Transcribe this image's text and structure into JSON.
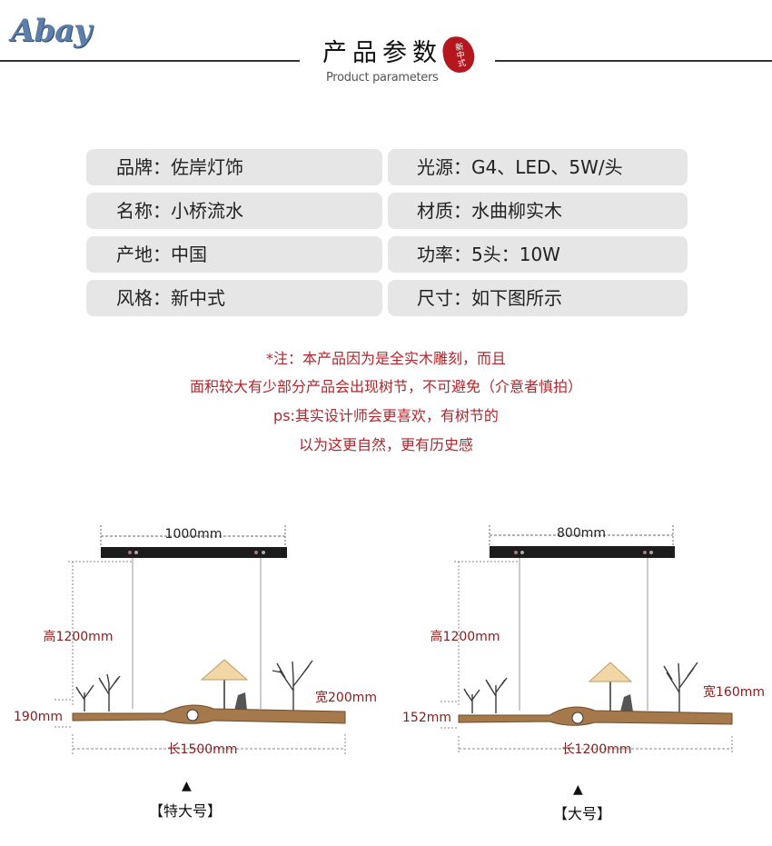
{
  "brand": {
    "logo_text": "Abay"
  },
  "header": {
    "title": "产品参数",
    "subtitle": "Product parameters",
    "seal_text": "新中式"
  },
  "params": {
    "left": [
      "品牌：佐岸灯饰",
      "名称：小桥流水",
      "产地：中国",
      "风格：新中式"
    ],
    "right": [
      "光源：G4、LED、5W/头",
      "材质：水曲柳实木",
      "功率：5头：10W",
      "尺寸：如下图所示"
    ]
  },
  "note": {
    "lines": [
      "*注：本产品因为是全实木雕刻，而且",
      "面积较大有少部分产品会出现树节，不可避免（介意者慎拍）",
      "ps:其实设计师会更喜欢，有树节的",
      "以为这更自然，更有历史感"
    ]
  },
  "diagrams": {
    "xl": {
      "width": "1000mm",
      "height": "高1200mm",
      "thickness": "190mm",
      "depth": "宽200mm",
      "length": "长1500mm",
      "label": "【特大号】"
    },
    "l": {
      "width": "800mm",
      "height": "高1200mm",
      "thickness": "152mm",
      "depth": "宽160mm",
      "length": "长1200mm",
      "label": "【大号】"
    },
    "pointer": "▲"
  },
  "colors": {
    "note_red": "#b0262c",
    "seal_red": "#b4171d",
    "cell_gray": "#e6e6e6",
    "logo_blue": "#5b7fa8"
  }
}
